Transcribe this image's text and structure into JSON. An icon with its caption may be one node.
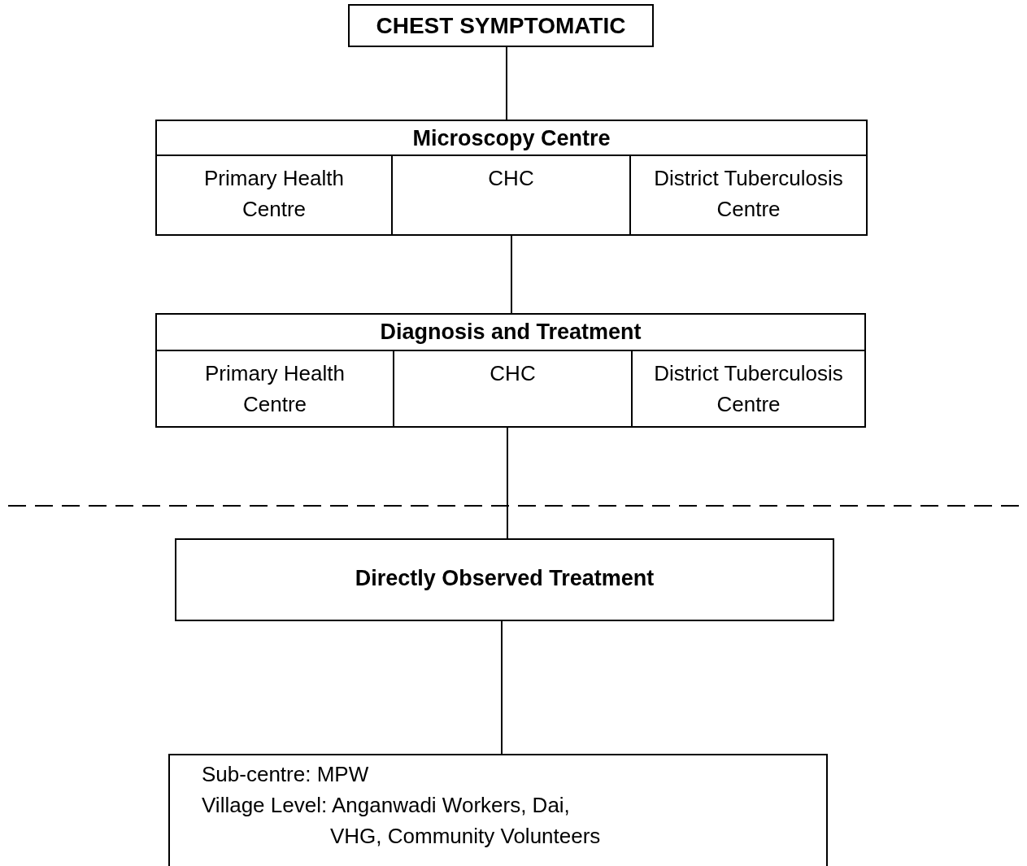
{
  "diagram": {
    "nodes": [
      {
        "text": [
          "CHEST SYMPTOMATIC"
        ]
      },
      {
        "text": [
          "Microscopy Centre"
        ]
      },
      {
        "text": [
          "Primary Health Centre"
        ],
        "in": 1
      },
      {
        "text": [
          "CHC"
        ],
        "in": 1
      },
      {
        "text": [
          "District Tuberculosis Centre"
        ],
        "in": 1
      },
      {
        "text": [
          "Diagnosis and Treatment"
        ]
      },
      {
        "text": [
          "Primary Health Centre"
        ],
        "in": 5
      },
      {
        "text": [
          "CHC"
        ],
        "in": 5
      },
      {
        "text": [
          "District Tuberculosis Centre"
        ],
        "in": 5
      },
      {
        "text": [
          "Directly Observed Treatment"
        ]
      },
      {
        "text": [
          "Sub-centre: MPW",
          "Village Level: Anganwadi Workers, Dai, VHG, Community Volunteers"
        ]
      }
    ],
    "edges": [
      {
        "from": 0,
        "to": 1,
        "arrow": "none"
      },
      {
        "from": 1,
        "to": 5,
        "arrow": "none"
      },
      {
        "from": 5,
        "to": 9,
        "arrow": "none"
      },
      {
        "from": 9,
        "to": 10,
        "arrow": "none"
      }
    ]
  }
}
